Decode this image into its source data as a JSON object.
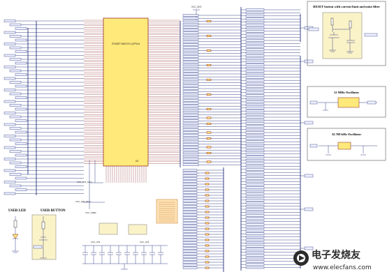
{
  "mcu": {
    "part": "STM32F746ZGT6 LQFP144",
    "ref": "U3"
  },
  "sections": {
    "reset": "RESET button with current limit and noise filter",
    "osc12": "12 MHz Oscillator",
    "osc32": "32.768 kHz Oscillator",
    "user_led": "USER LED",
    "user_button": "USER BUTTON"
  },
  "watermark": {
    "brand_cn": "电子发烧友",
    "url": "www.elecfans.com"
  },
  "power_nets": {
    "top": "VCC_3V3",
    "mid1": "VCC_3V3_MCU",
    "mid2": "VCC_3V3_MCU",
    "ana": "VCC_VREF",
    "bot1": "VCC_3V3",
    "bot2": "VCC_3V3"
  },
  "colors": {
    "mcu_body": "#ffe97a",
    "wire": "#23307a",
    "pin": "#8a1c1c",
    "note_box": "#ffe4b8"
  },
  "icons": [
    "ground-symbol-icon",
    "capacitor-icon",
    "resistor-icon",
    "crystal-icon",
    "led-icon",
    "pushbutton-icon",
    "net-flag-icon"
  ]
}
